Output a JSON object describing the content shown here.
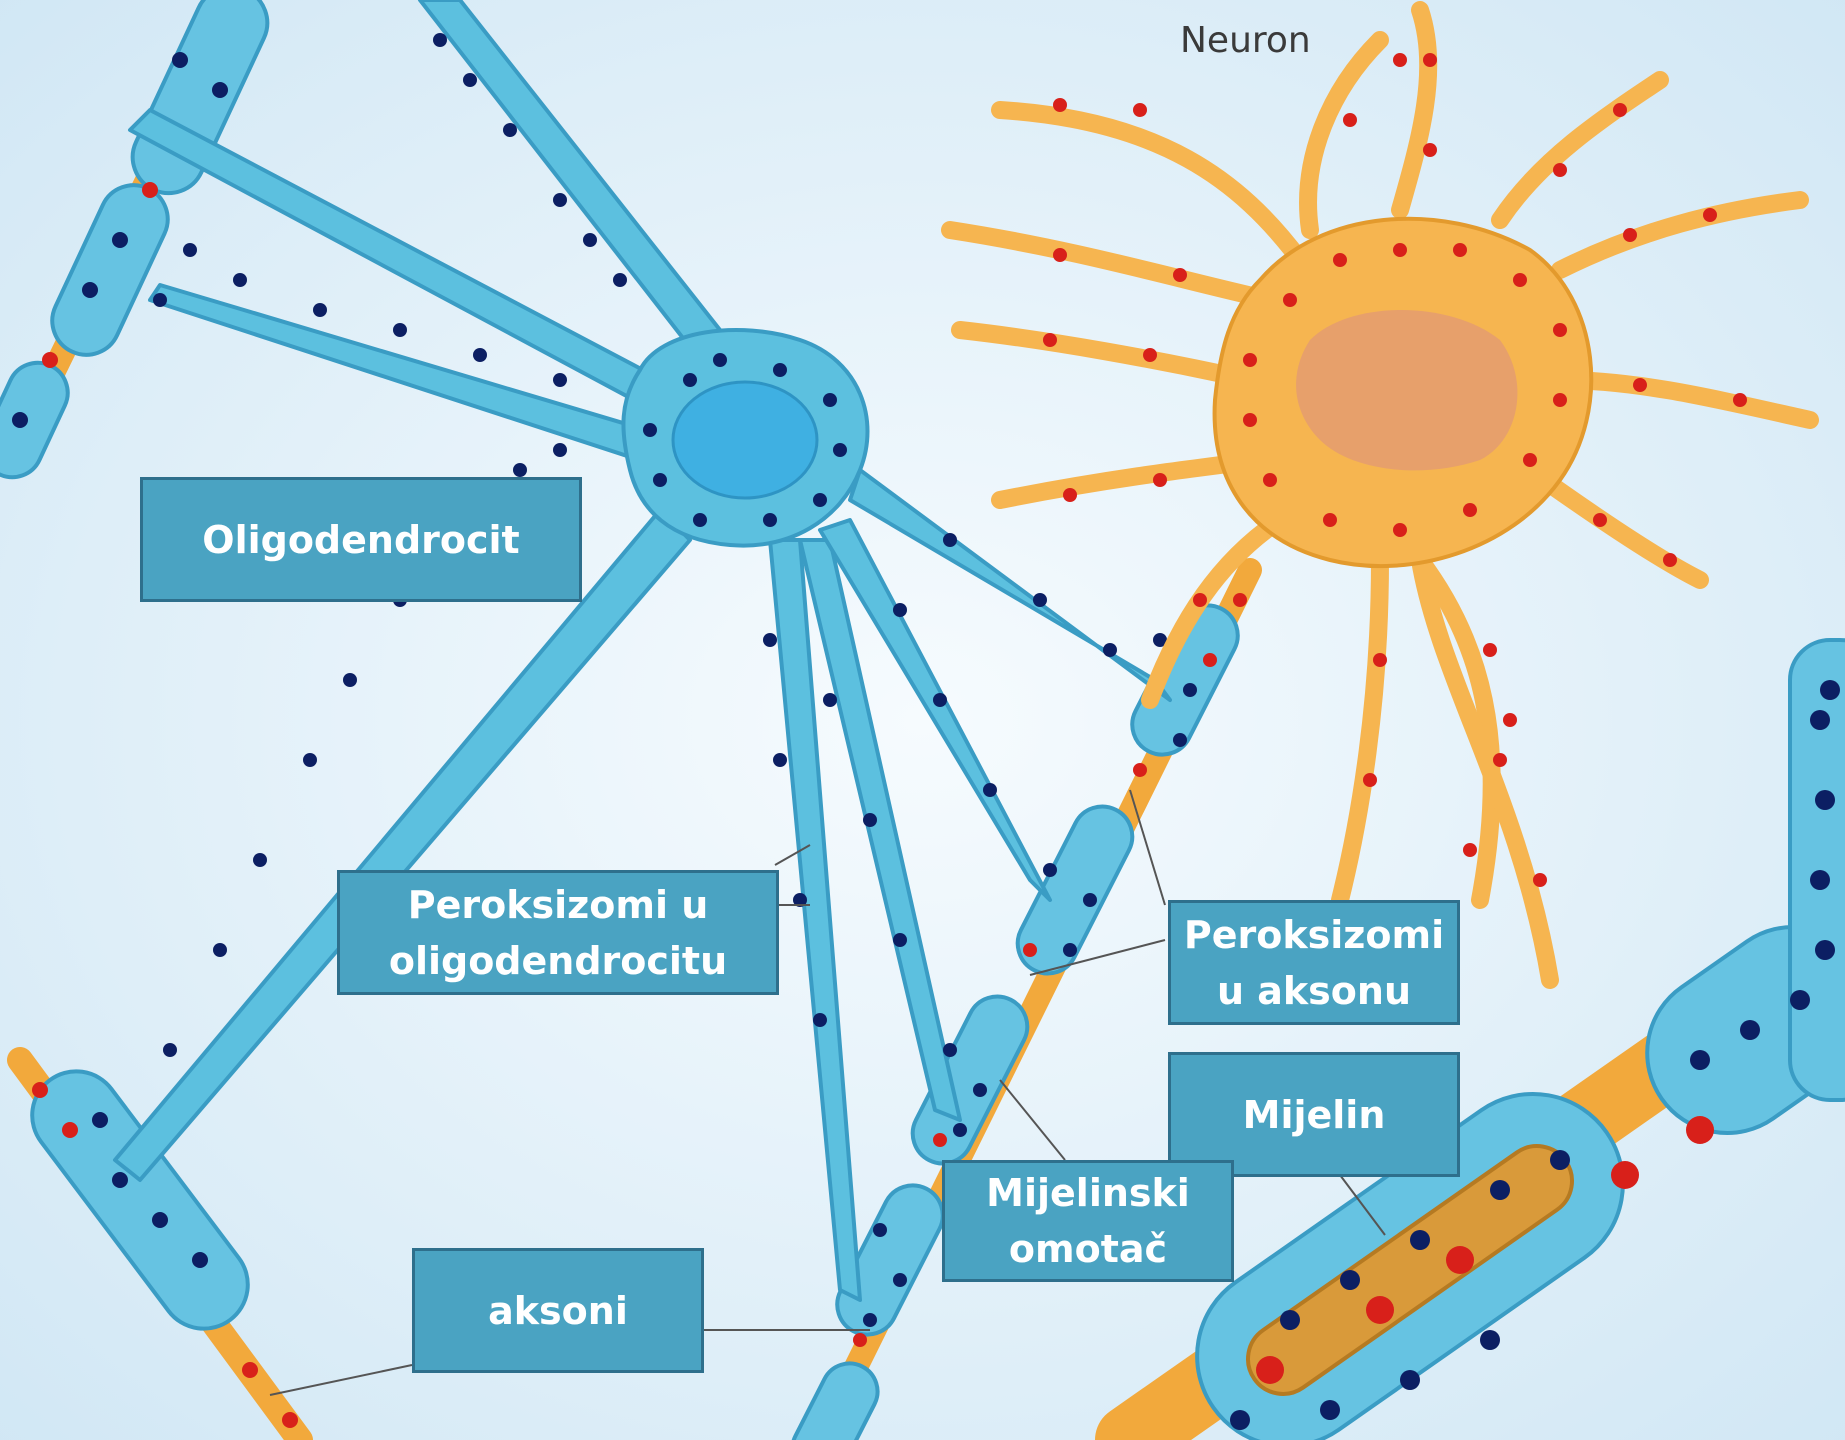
{
  "title_neuron": "Neuron",
  "labels": {
    "oligodendrocit": "Oligodendrocit",
    "peroksizomi_oligo_1": "Peroksizomi u",
    "peroksizomi_oligo_2": "oligodendrocitu",
    "peroksizomi_akson_1": "Peroksizomi",
    "peroksizomi_akson_2": "u aksonu",
    "mijelin": "Mijelin",
    "mijelinski_1": "Mijelinski",
    "mijelinski_2": "omotač",
    "aksoni": "aksoni"
  },
  "colors": {
    "background": "#deeef8",
    "oligodendrocyte": "#5cc0df",
    "oligodendrocyte_outline": "#3a9cc4",
    "oligodendrocyte_nucleus": "#3fb0e2",
    "peroxisome_oligo": "#0c1f63",
    "neuron": "#f6b550",
    "neuron_nucleus": "#e7a06b",
    "peroxisome_neuron": "#d8201a",
    "axon": "#f2a93c",
    "label_fill": "#4aa3c2",
    "label_border": "#2e6f8c"
  }
}
